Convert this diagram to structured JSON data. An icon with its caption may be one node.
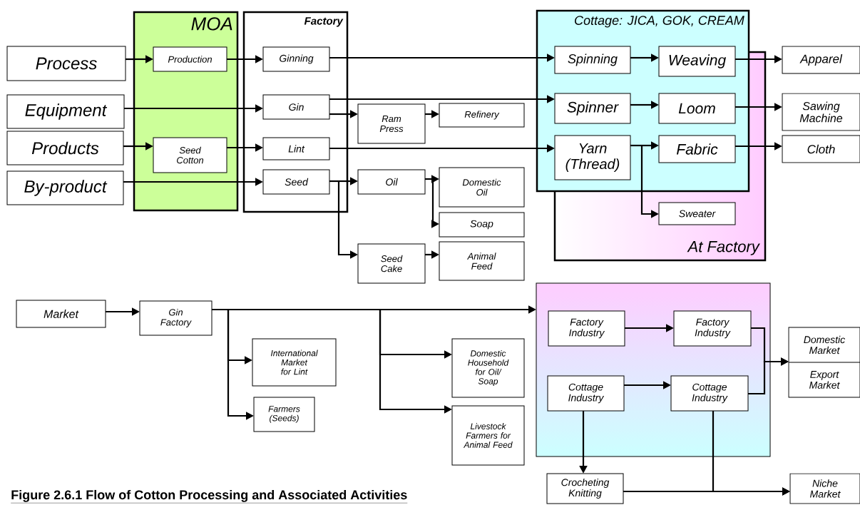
{
  "diagram": {
    "caption": "Figure 2.6.1 Flow of Cotton Processing and Associated Activities",
    "nodes": [
      {
        "text": [
          "Process"
        ]
      },
      {
        "text": [
          "Equipment"
        ]
      },
      {
        "text": [
          "Products"
        ]
      },
      {
        "text": [
          "By-product"
        ]
      },
      {
        "text": [
          "MOA"
        ]
      },
      {
        "text": [
          "Production"
        ],
        "in": 4
      },
      {
        "text": [
          "Seed Cotton"
        ],
        "in": 4
      },
      {
        "text": [
          "Factory"
        ]
      },
      {
        "text": [
          "Ginning"
        ],
        "in": 7
      },
      {
        "text": [
          "Gin"
        ],
        "in": 7
      },
      {
        "text": [
          "Lint"
        ],
        "in": 7
      },
      {
        "text": [
          "Seed"
        ],
        "in": 7
      },
      {
        "text": [
          "Ram Press"
        ]
      },
      {
        "text": [
          "Refinery"
        ]
      },
      {
        "text": [
          "Oil"
        ]
      },
      {
        "text": [
          "Domestic Oil"
        ]
      },
      {
        "text": [
          "Soap"
        ]
      },
      {
        "text": [
          "Seed Cake"
        ]
      },
      {
        "text": [
          "Animal Feed"
        ]
      },
      {
        "text": [
          "At Factory"
        ]
      },
      {
        "text": [
          "Cottage: JICA, GOK, CREAM"
        ]
      },
      {
        "text": [
          "Spinning"
        ],
        "in": 20
      },
      {
        "text": [
          "Weaving"
        ],
        "in": 20
      },
      {
        "text": [
          "Spinner"
        ]
      },
      {
        "text": [
          "Loom"
        ]
      },
      {
        "text": [
          "Yarn (Thread)"
        ]
      },
      {
        "text": [
          "Fabric"
        ]
      },
      {
        "text": [
          "Sweater"
        ],
        "in": 19
      },
      {
        "text": [
          "Apparel"
        ]
      },
      {
        "text": [
          "Sawing Machine"
        ]
      },
      {
        "text": [
          "Cloth"
        ]
      },
      {
        "text": [
          "Market"
        ]
      },
      {
        "text": [
          "Gin Factory"
        ]
      },
      {
        "text": [
          "International Market for Lint"
        ]
      },
      {
        "text": [
          "Farmers (Seeds)"
        ]
      },
      {
        "text": [
          "Domestic Household for Oil/ Soap"
        ]
      },
      {
        "text": [
          "Livestock Farmers for Animal Feed"
        ]
      },
      {
        "text": [],
        "shape": "box"
      },
      {
        "text": [
          "Factory Industry"
        ],
        "in": 37
      },
      {
        "text": [
          "Factory Industry"
        ],
        "in": 37
      },
      {
        "text": [
          "Cottage Industry"
        ],
        "in": 37
      },
      {
        "text": [
          "Cottage Industry"
        ],
        "in": 37
      },
      {
        "text": [
          "Domestic Market",
          "Export Market"
        ]
      },
      {
        "text": [
          "Crocheting Knitting"
        ]
      },
      {
        "text": [
          "Niche Market"
        ]
      }
    ],
    "edges": [
      {
        "from": 0,
        "to": 5,
        "arrow": "to"
      },
      {
        "from": 5,
        "to": 8,
        "arrow": "to"
      },
      {
        "from": 1,
        "to": 9,
        "arrow": "to"
      },
      {
        "from": 2,
        "to": 6,
        "arrow": "to"
      },
      {
        "from": 6,
        "to": 10,
        "arrow": "to"
      },
      {
        "from": 3,
        "to": 11,
        "arrow": "to"
      },
      {
        "from": 8,
        "to": 21,
        "arrow": "to"
      },
      {
        "from": 9,
        "to": 23,
        "arrow": "to"
      },
      {
        "from": 9,
        "to": 12,
        "arrow": "to"
      },
      {
        "from": 10,
        "to": 25,
        "arrow": "to"
      },
      {
        "from": 11,
        "to": 14,
        "arrow": "to"
      },
      {
        "from": 11,
        "to": 17,
        "arrow": "to"
      },
      {
        "from": 12,
        "to": 13,
        "arrow": "to"
      },
      {
        "from": 14,
        "to": 15,
        "arrow": "to"
      },
      {
        "from": 14,
        "to": 16,
        "arrow": "to"
      },
      {
        "from": 17,
        "to": 18,
        "arrow": "to"
      },
      {
        "from": 21,
        "to": 22,
        "arrow": "to"
      },
      {
        "from": 23,
        "to": 24,
        "arrow": "to"
      },
      {
        "from": 25,
        "to": 26,
        "arrow": "to"
      },
      {
        "from": 25,
        "to": 27,
        "arrow": "to"
      },
      {
        "from": 22,
        "to": 28,
        "arrow": "to"
      },
      {
        "from": 24,
        "to": 29,
        "arrow": "to"
      },
      {
        "from": 26,
        "to": 30,
        "arrow": "to"
      },
      {
        "from": 31,
        "to": 32,
        "arrow": "to"
      },
      {
        "from": 32,
        "to": 37,
        "arrow": "to"
      },
      {
        "from": 32,
        "to": 33,
        "arrow": "to"
      },
      {
        "from": 32,
        "to": 34,
        "arrow": "to"
      },
      {
        "from": 32,
        "to": 35,
        "arrow": "to"
      },
      {
        "from": 32,
        "to": 36,
        "arrow": "to"
      },
      {
        "from": 38,
        "to": 39,
        "arrow": "to"
      },
      {
        "from": 40,
        "to": 41,
        "arrow": "to"
      },
      {
        "from": 39,
        "to": 42,
        "arrow": "to"
      },
      {
        "from": 41,
        "to": 42,
        "arrow": "to"
      },
      {
        "from": 40,
        "to": 43,
        "arrow": "to"
      },
      {
        "from": 43,
        "to": 44,
        "arrow": "to"
      },
      {
        "from": 41,
        "to": 44,
        "arrow": "to"
      }
    ]
  }
}
